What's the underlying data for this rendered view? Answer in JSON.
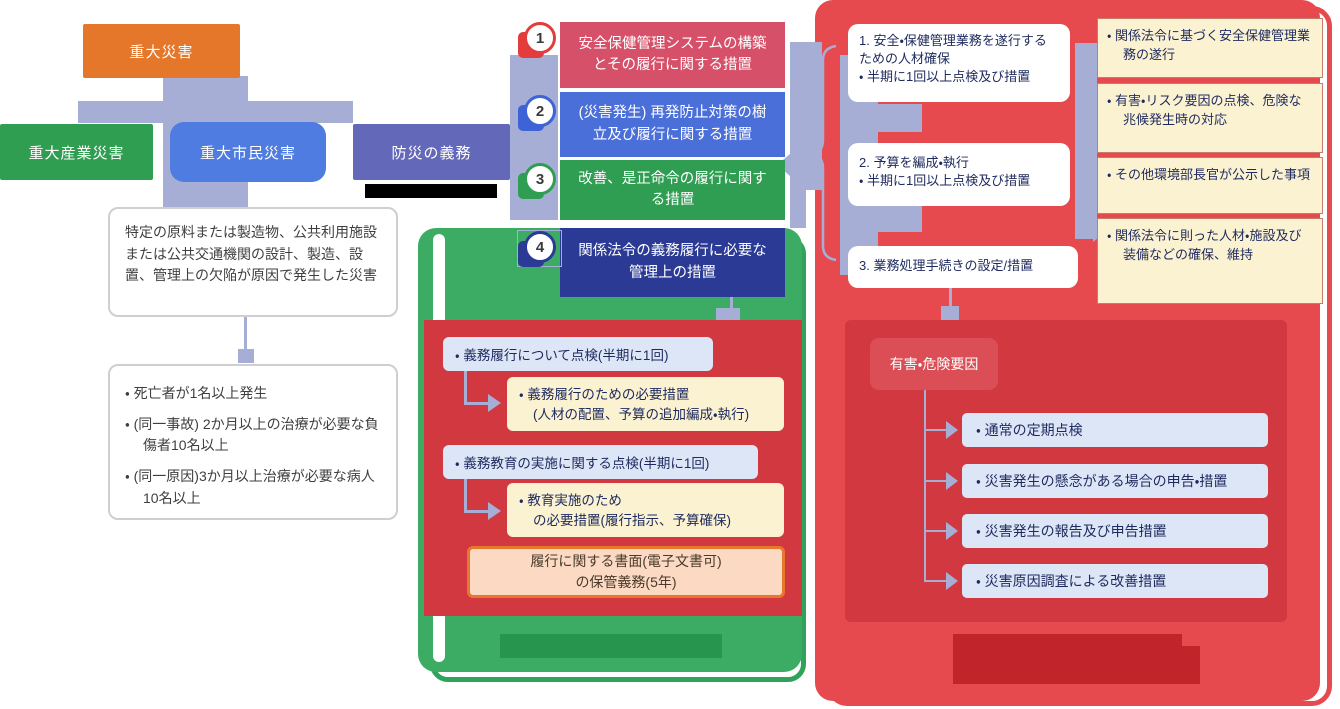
{
  "palette": {
    "orange": "#E4772A",
    "green": "#2F9E50",
    "blue": "#4E7CE0",
    "purple": "#6468B8",
    "periwinkle": "#A6AED5",
    "crimson": "#D65069",
    "royal_blue": "#4B6FD8",
    "navy": "#2B3A94",
    "panel_green": "#3CAB63",
    "panel_green_dark": "#27954E",
    "panel_red": "#E64A4F",
    "inner_red": "#D23840",
    "footer_red": "#C2242B",
    "light_blue": "#DCE6F7",
    "cream": "#FBF2D2",
    "peach": "#FBD9C3",
    "black": "#000000"
  },
  "left_flow": {
    "major_disaster": "重大災害",
    "industrial_disaster": "重大産業災害",
    "citizen_disaster": "重大市民災害",
    "prevention_duty": "防災の義務",
    "defect_description": "特定の原料または製造物、公共利用施設または公共交通機関の設計、製造、設置、管理上の欠陥が原因で発生した災害",
    "criteria": [
      "・ 死亡者が1名以上発生",
      "・ (同一事故) 2か月以上の治療が必要な負傷者10名以上",
      "・ (同一原因)3か月以上治療が必要な病人10名以上"
    ]
  },
  "measures": [
    {
      "num": "1",
      "label": "安全保健管理システムの構築とその履行に関する措置"
    },
    {
      "num": "2",
      "label": "(災害発生) 再発防止対策の樹立及び履行に関する措置"
    },
    {
      "num": "3",
      "label": "改善、是正命令の履行に関する措置"
    },
    {
      "num": "4",
      "label": "関係法令の義務履行に必要な管理上の措置"
    }
  ],
  "obligation_panel": {
    "inspection1": "・ 義務履行について点検(半期に1回)",
    "measure1_line1": "・ 義務履行のための必要措置",
    "measure1_line2": "(人材の配置、予算の追加編成・執行)",
    "inspection2": "・ 義務教育の実施に関する点検(半期に1回)",
    "measure2_line1": "・ 教育実施のため",
    "measure2_line2": "の必要措置(履行指示、予算確保)",
    "retention_line1": "履行に関する書面(電子文書可)",
    "retention_line2": "の保管義務(5年)"
  },
  "management_panel": {
    "tasks": [
      [
        "1. 安全・保健管理業務を遂行するための人材確保",
        "・ 半期に1回以上点検及び措置"
      ],
      [
        "2. 予算を編成・執行",
        "・ 半期に1回以上点検及び措置"
      ],
      [
        "3. 業務処理手続きの設定/措置"
      ]
    ],
    "legal_items": [
      "・ 関係法令に基づく安全保健管理業務の遂行",
      "・ 有害・リスク要因の点検、危険な兆候発生時の対応",
      "・ その他環境部長官が公示した事項",
      "・ 関係法令に則った人材・施設及び装備などの確保、維持"
    ],
    "hazard_label": "有害・危険要因",
    "hazard_actions": [
      "・ 通常の定期点検",
      "・ 災害発生の懸念がある場合の申告・措置",
      "・ 災害発生の報告及び申告措置",
      "・ 災害原因調査による改善措置"
    ]
  }
}
